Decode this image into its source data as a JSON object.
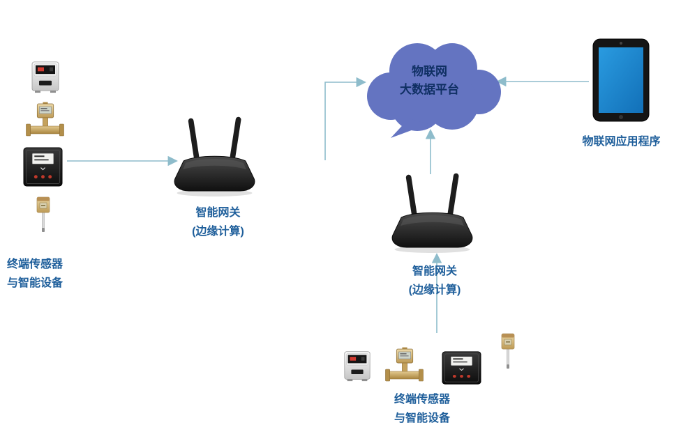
{
  "cloud": {
    "line1": "物联网",
    "line2": "大数据平台",
    "icon": "cloud-icon"
  },
  "gateway_left": {
    "line1": "智能网关",
    "line2": "(边缘计算)",
    "icon": "router-icon"
  },
  "gateway_right": {
    "line1": "智能网关",
    "line2": "(边缘计算)",
    "icon": "router-icon"
  },
  "devices_left": {
    "label_line1": "终端传感器",
    "label_line2": "与智能设备",
    "icons": [
      "gas-meter-icon",
      "flow-meter-icon",
      "control-panel-icon",
      "probe-sensor-icon"
    ]
  },
  "devices_bottom": {
    "label_line1": "终端传感器",
    "label_line2": "与智能设备",
    "icons": [
      "gas-meter-icon",
      "flow-meter-icon",
      "control-panel-icon",
      "probe-sensor-icon"
    ]
  },
  "app": {
    "label": "物联网应用程序",
    "icon": "tablet-icon"
  },
  "colors": {
    "cloud_fill": "#6474c1",
    "label_text": "#1f5f9b",
    "cloud_text": "#0f2f63",
    "arrow": "#8ebccb",
    "tablet_screen": "#1d8bd8",
    "router_body": "#1d1d1d",
    "meter_red": "#d03a30",
    "brass": "#c5a25d"
  }
}
